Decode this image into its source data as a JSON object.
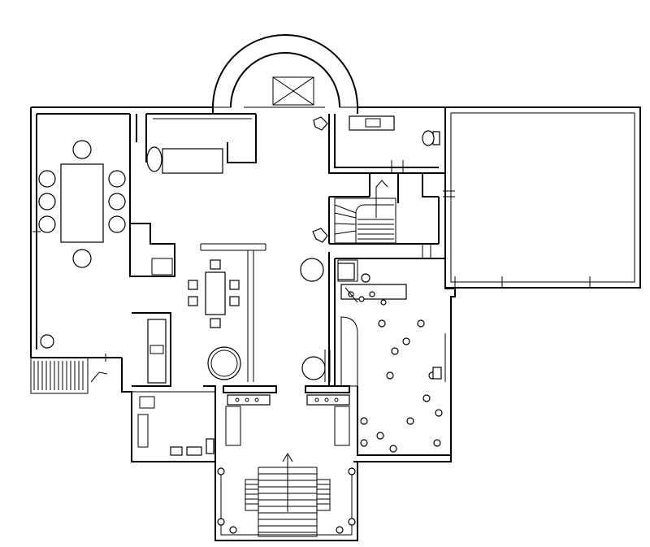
{
  "drawing": {
    "kind": "architectural floor plan",
    "line_color": "#000000",
    "background": "#ffffff",
    "rooms": [
      {
        "key": "dining-room",
        "furniture": [
          "dining-table",
          "chairs"
        ]
      },
      {
        "key": "living-hall",
        "furniture": [
          "sofa",
          "round-table",
          "dining-set",
          "fireplace"
        ]
      },
      {
        "key": "rotunda-bay",
        "furniture": [
          "skylight"
        ]
      },
      {
        "key": "bathroom",
        "furniture": [
          "vanity",
          "toilet"
        ]
      },
      {
        "key": "stair-hall",
        "furniture": [
          "spiral-stair"
        ]
      },
      {
        "key": "office",
        "furniture": [
          "desk",
          "chairs"
        ]
      },
      {
        "key": "garage",
        "furniture": []
      },
      {
        "key": "kitchen",
        "furniture": [
          "counter",
          "stove"
        ]
      },
      {
        "key": "front-porch",
        "furniture": [
          "entry-stairs",
          "columns"
        ]
      },
      {
        "key": "side-terrace",
        "furniture": [
          "exterior-stair"
        ]
      }
    ]
  }
}
